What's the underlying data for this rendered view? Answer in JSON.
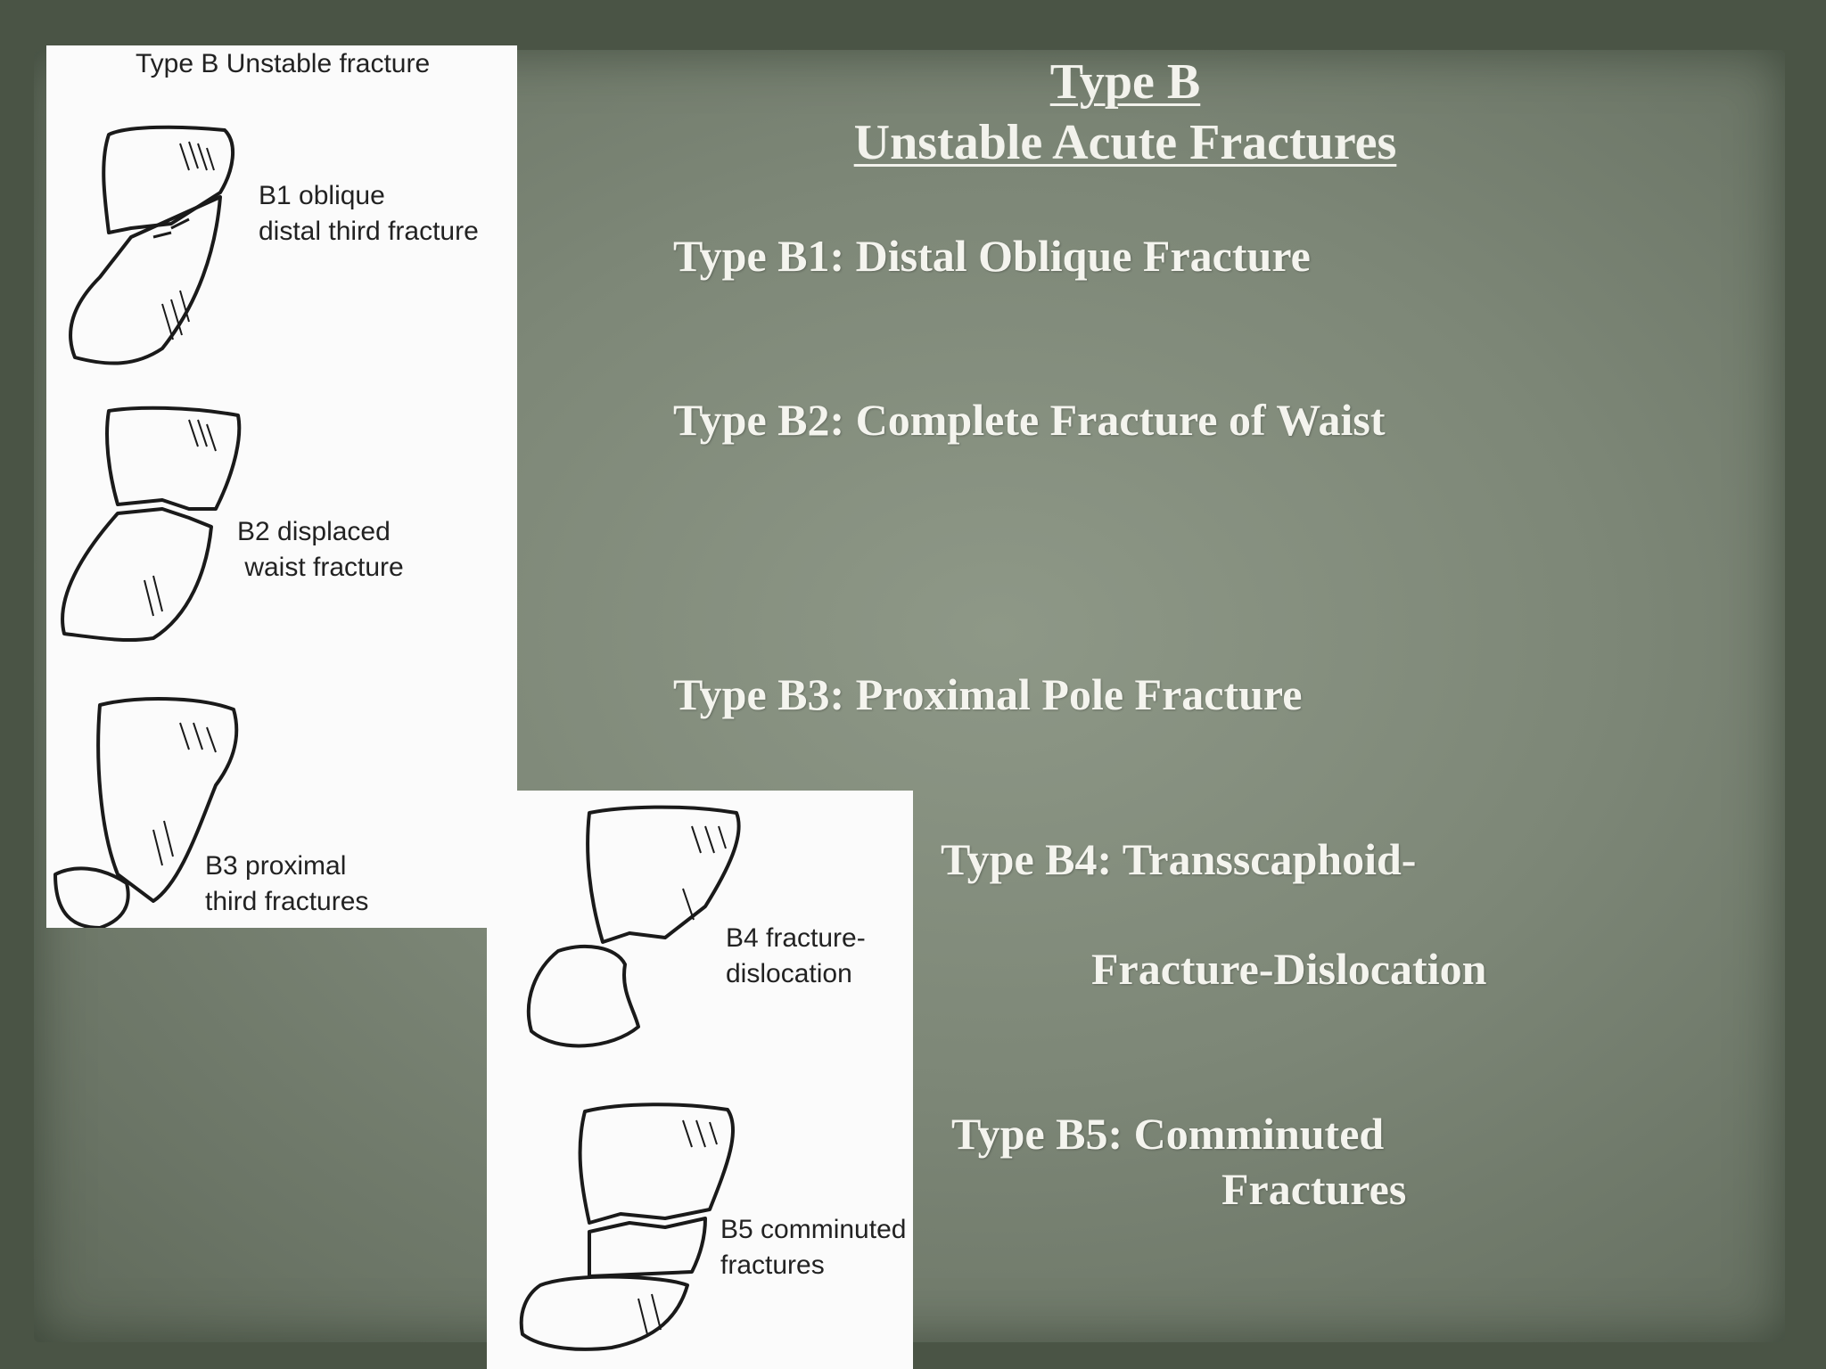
{
  "slide": {
    "title_line1": "Type B",
    "title_line2": "Unstable Acute Fractures",
    "items": [
      {
        "text": "Type B1: Distal Oblique Fracture"
      },
      {
        "text": "Type B2: Complete Fracture of Waist"
      },
      {
        "text": "Type B3: Proximal Pole Fracture"
      },
      {
        "text": "Type B4: Transscaphoid-",
        "text2": "Fracture-Dislocation"
      },
      {
        "text": "Type B5: Comminuted",
        "text2": "Fractures"
      }
    ]
  },
  "figure_left": {
    "heading": "Type B Unstable fracture",
    "labels": [
      {
        "line1": "B1 oblique",
        "line2": "distal third fracture"
      },
      {
        "line1": "B2 displaced",
        "line2": " waist fracture"
      },
      {
        "line1": "B3 proximal",
        "line2": "third fractures"
      }
    ]
  },
  "figure_right": {
    "labels": [
      {
        "line1": "B4 fracture-",
        "line2": "dislocation"
      },
      {
        "line1": "B5 comminuted",
        "line2": "fractures"
      }
    ]
  },
  "colors": {
    "background": "#4a5445",
    "paper": "#7d8777",
    "text": "#f4f4ee"
  }
}
